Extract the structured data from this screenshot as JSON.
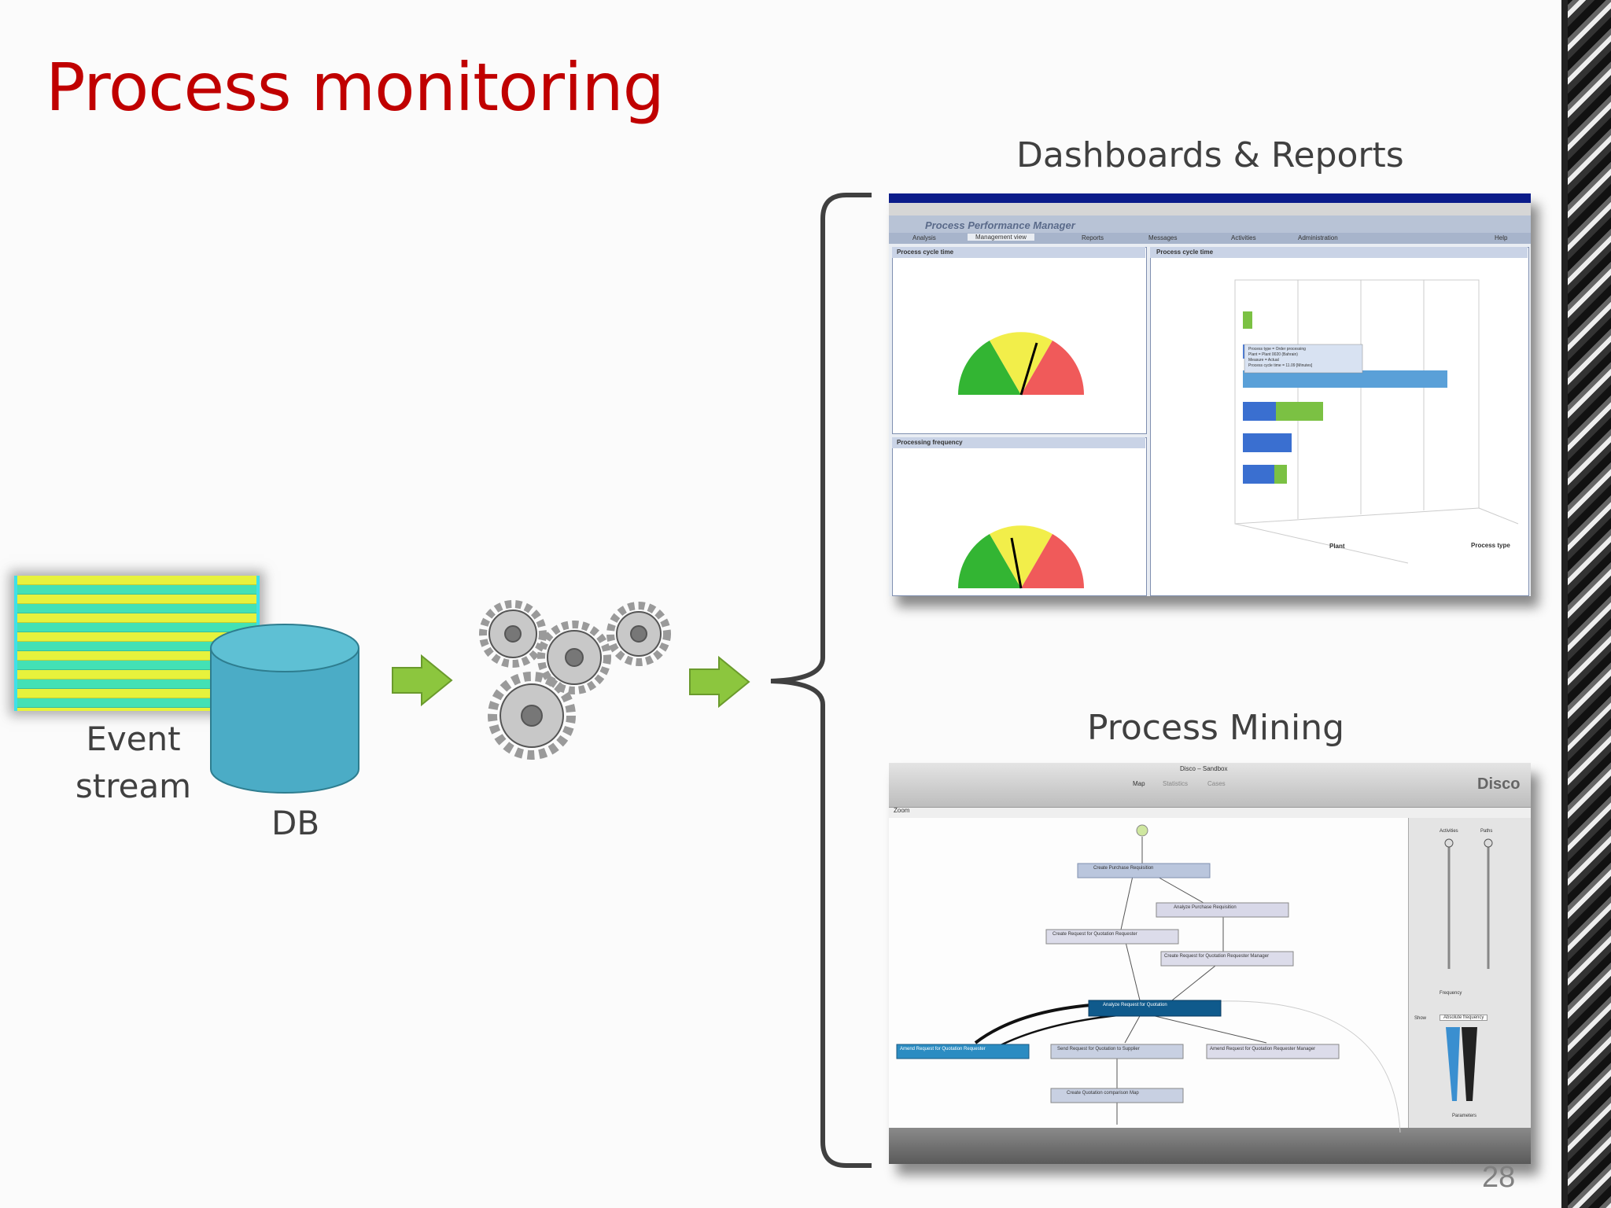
{
  "slide": {
    "title": "Process monitoring",
    "page_number": "28"
  },
  "diagram": {
    "event_stream_label_line1": "Event",
    "event_stream_label_line2": "stream",
    "db_label": "DB",
    "dashboards_label": "Dashboards & Reports",
    "process_mining_label": "Process Mining"
  },
  "dashboard_screenshot": {
    "app_title": "Process Performance Manager",
    "tabs": [
      "Analysis",
      "Management view",
      "Reports",
      "Messages",
      "Activities",
      "Administration",
      "Help"
    ],
    "panel_cycle_time": "Process cycle time",
    "panel_cycle_time_right": "Process cycle time",
    "panel_frequency": "Processing frequency",
    "tooltip_lines": [
      "Process type = Order processing",
      "Plant = Plant 0020 (Bahrain)",
      "Measure = Actual",
      "Process cycle time = 11.09 [Minutes]"
    ],
    "axis_plant": "Plant",
    "axis_process_type": "Process type"
  },
  "process_mining_screenshot": {
    "window_title": "Disco – Sandbox",
    "brand": "Disco",
    "tabs": [
      "Map",
      "Statistics",
      "Cases"
    ],
    "zoom_label": "Zoom",
    "nodes": [
      "Create Purchase Requisition",
      "Analyze Purchase Requisition",
      "Create Request for Quotation Requester",
      "Create Request for Quotation Requester Manager",
      "Analyze Request for Quotation",
      "Amend Request for Quotation Requester",
      "Send Request for Quotation to Supplier",
      "Amend Request for Quotation Requester Manager",
      "Create Quotation comparison Map"
    ],
    "side_labels": [
      "Activities",
      "Paths",
      "Frequency",
      "Show",
      "Absolute frequency",
      "Parameters"
    ]
  },
  "colors": {
    "title": "#c00000",
    "arrow": "#8cc63e",
    "db": "#4bacc6"
  }
}
